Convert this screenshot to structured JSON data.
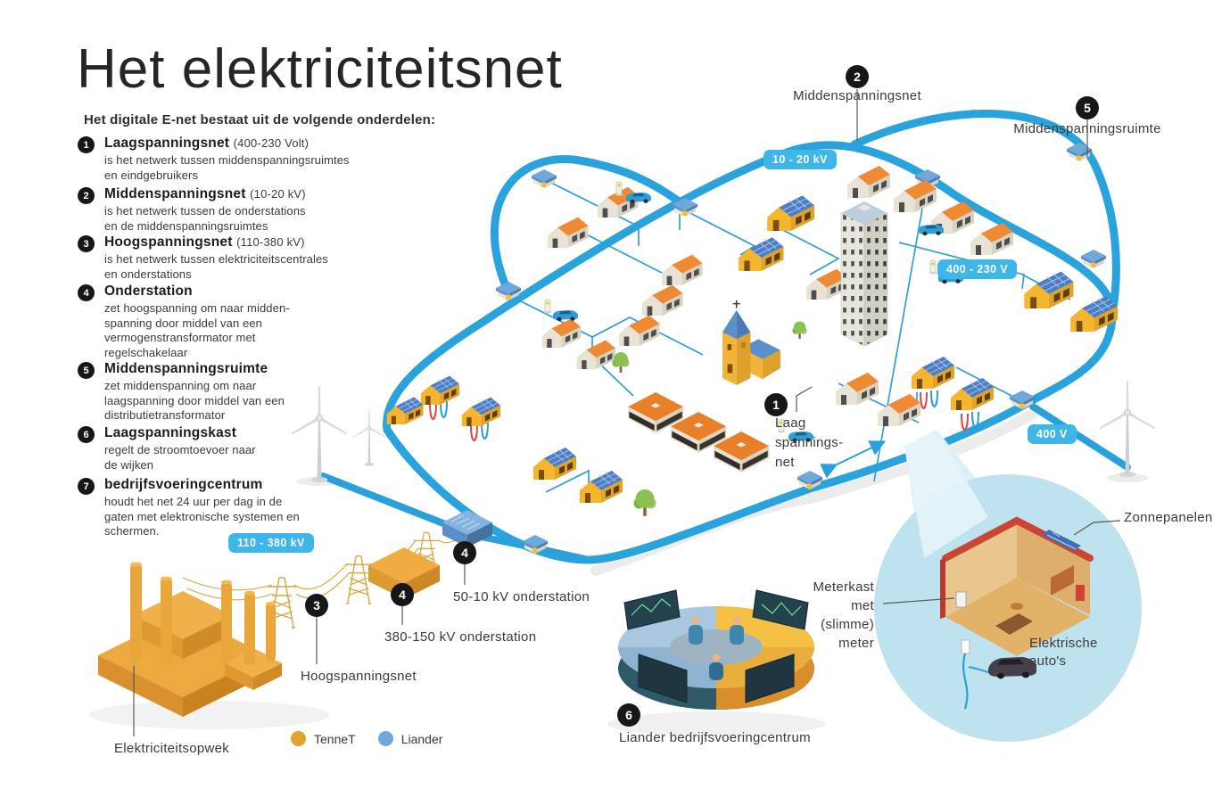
{
  "page": {
    "title": "Het elektriciteitsnet",
    "subtitle": "Het digitale E-net bestaat uit de volgende onderdelen:"
  },
  "list": [
    {
      "num": "1",
      "term": "Laagspanningsnet",
      "paren": "(400-230 Volt)",
      "desc": "is het netwerk tussen middenspanningsruimtes\nen eindgebruikers"
    },
    {
      "num": "2",
      "term": "Middenspanningsnet",
      "paren": "(10-20 kV)",
      "desc": "is het netwerk tussen de onderstations\nen de middenspanningsruimtes"
    },
    {
      "num": "3",
      "term": "Hoogspanningsnet",
      "paren": "(110-380 kV)",
      "desc": "is het netwerk tussen elektriciteitscentrales\nen onderstations"
    },
    {
      "num": "4",
      "term": "Onderstation",
      "paren": "",
      "desc": "zet hoogspanning om naar midden-\nspanning door middel van een\nvermogenstransformator met\nregelschakelaar"
    },
    {
      "num": "5",
      "term": "Middenspanningsruimte",
      "paren": "",
      "desc": "zet middenspanning om naar\nlaagspanning door middel van een\ndistributietransformator"
    },
    {
      "num": "6",
      "term": "Laagspanningskast",
      "paren": "",
      "desc": "regelt de stroomtoevoer naar\nde wijken"
    },
    {
      "num": "7",
      "term": "bedrijfsvoeringcentrum",
      "paren": "",
      "desc": "houdt het net 24 uur per dag in de\ngaten met elektronische systemen en\nschermen."
    }
  ],
  "voltage_pills": {
    "mv": "10 - 20 kV",
    "lv": "400 - 230 V",
    "lv2": "400 V",
    "hv": "110 - 380 kV"
  },
  "map": {
    "middenspanningsnet": {
      "num": "2",
      "label": "Middenspanningsnet"
    },
    "middenspanningsruimte": {
      "num": "5",
      "label": "Middenspanningsruimte"
    },
    "laagspanningsnet": {
      "num": "1",
      "label": "Laag\nspannings-\nnet"
    },
    "hoogspanningsnet": {
      "num": "3",
      "label": "Hoogspanningsnet"
    },
    "onderstation_380": {
      "num": "4",
      "label": "380-150 kV onderstation"
    },
    "onderstation_50": {
      "num": "4",
      "label": "50-10 kV onderstation"
    },
    "elektriciteitsopwek": {
      "label": "Elektriciteitsopwek"
    },
    "bedrijfsvoeringcentrum": {
      "num": "6",
      "label": "Liander bedrijfsvoeringcentrum"
    },
    "meterkast": {
      "label": "Meterkast\nmet\n(slimme)\nmeter"
    },
    "zonnepanelen": {
      "label": "Zonnepanelen"
    },
    "elektrische_autos": {
      "label": "Elektrische\nauto's"
    }
  },
  "legend": {
    "tennet": "TenneT",
    "liander": "Liander"
  },
  "colors": {
    "network_blue": "#2AA0DB",
    "pill_blue": "#3EB6E8",
    "tennet_orange": "#E0A32E",
    "liander_blue": "#6FA9D9",
    "roof_orange": "#ED8A33",
    "solar_blue": "#4C7EC3",
    "plant_orange": "#EBA93F",
    "badge_black": "#171717",
    "inset_circle": "#BFE2EF"
  }
}
